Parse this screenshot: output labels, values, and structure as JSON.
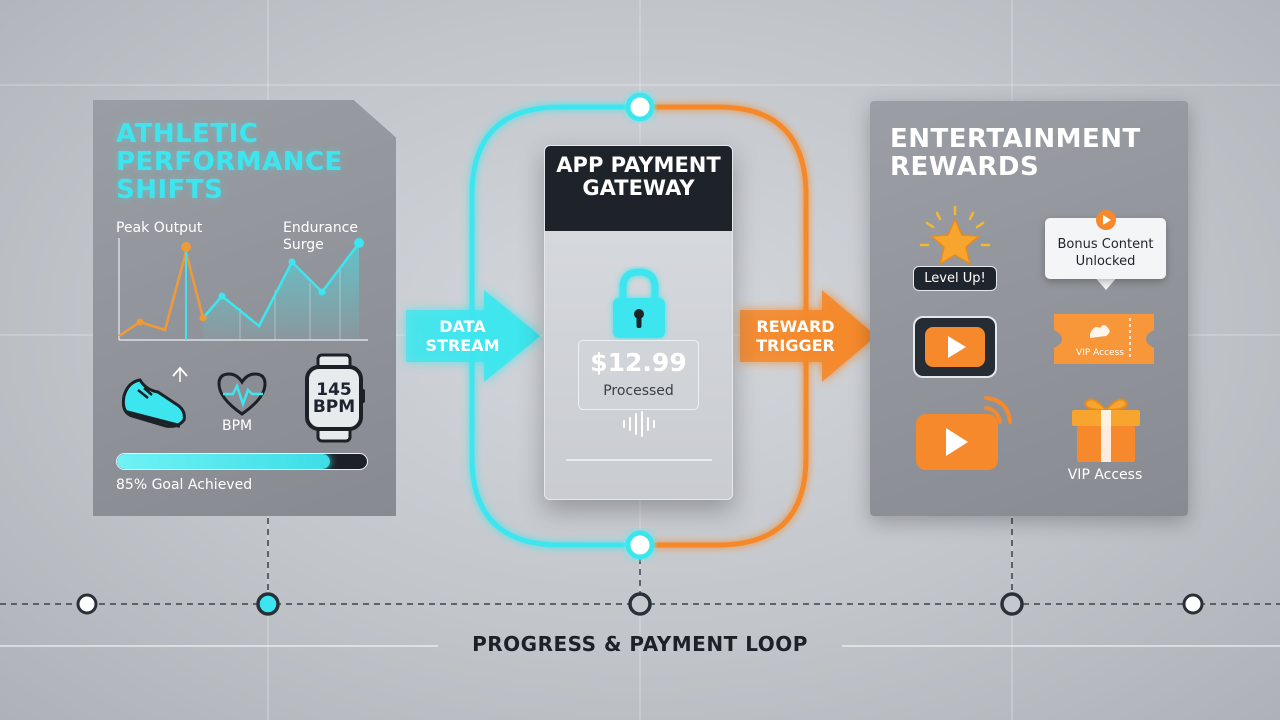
{
  "athletic_panel": {
    "title": "Athletic Performance Shifts",
    "peak_label": "Peak Output",
    "endurance_label": "Endurance Surge",
    "bpm_label": "BPM",
    "watch_readout": "145 BPM",
    "progress": 0.85,
    "progress_label": "85% Goal Achieved"
  },
  "gateway": {
    "title": "APP PAYMENT GATEWAY",
    "amount": "$12.99",
    "status": "Processed"
  },
  "arrows": {
    "data_stream": "DATA STREAM",
    "reward_trigger": "REWARD TRIGGER"
  },
  "rewards_panel": {
    "title": "Entertainment Rewards",
    "level_badge": "Level Up!",
    "bonus_text": "Bonus Content Unlocked",
    "ticket_text": "VIP Access",
    "vip_label": "VIP Access"
  },
  "footer": {
    "title": "PROGRESS & PAYMENT LOOP"
  },
  "icons": [
    "sneaker-icon",
    "heart-pulse-icon",
    "smartwatch-icon",
    "lock-icon",
    "soundwave-icon",
    "star-icon",
    "play-icon",
    "ticket-icon",
    "streaming-icon",
    "gift-icon"
  ],
  "colors": {
    "cyan": "#3de6ee",
    "orange": "#f5892b",
    "dark": "#1e2329",
    "panel": "#8e9298"
  }
}
